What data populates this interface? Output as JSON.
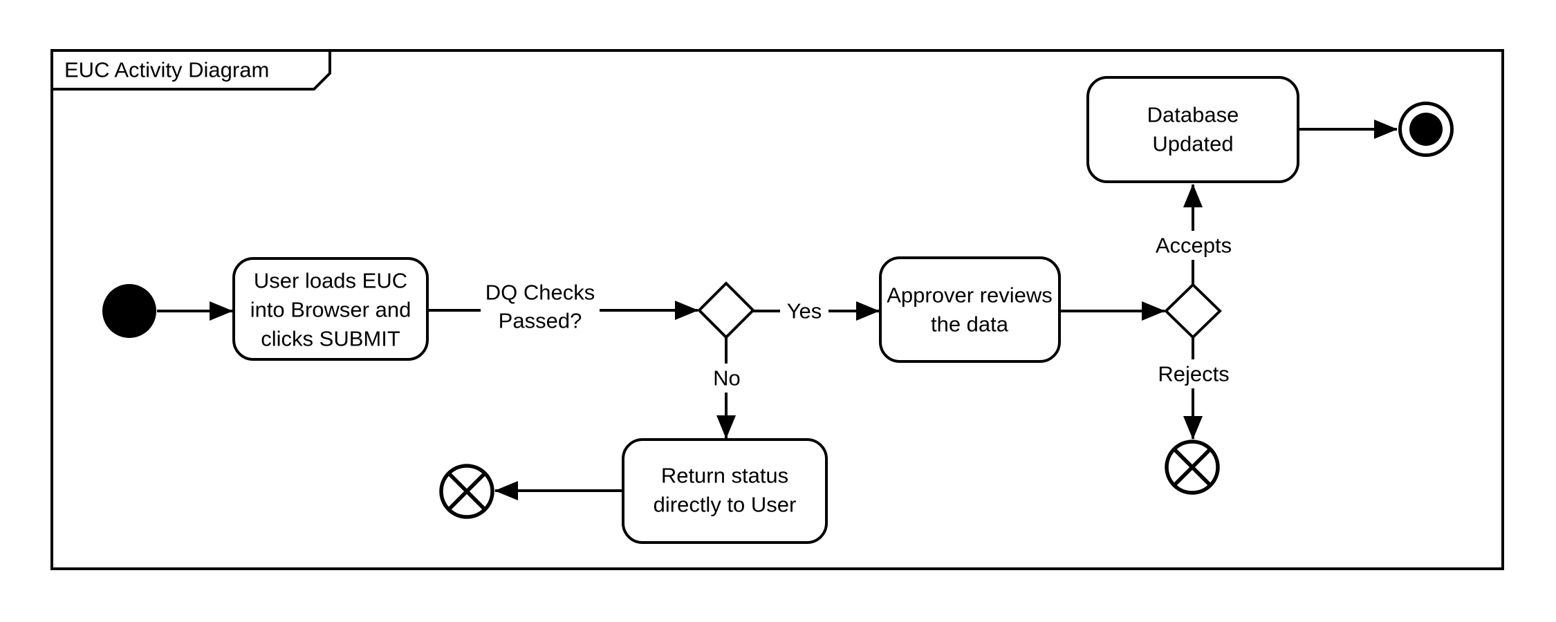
{
  "frame": {
    "title": "EUC Activity Diagram"
  },
  "colors": {
    "stroke": "#000000",
    "background": "#ffffff"
  },
  "nodes": {
    "user_loads": {
      "lines": [
        "User loads EUC",
        "into Browser and",
        "clicks SUBMIT"
      ]
    },
    "approver": {
      "lines": [
        "Approver reviews",
        "the data"
      ]
    },
    "database": {
      "lines": [
        "Database",
        "Updated"
      ]
    },
    "return_status": {
      "lines": [
        "Return status",
        "directly to User"
      ]
    }
  },
  "edges": {
    "dq": {
      "lines": [
        "DQ Checks",
        "Passed?"
      ]
    },
    "yes": {
      "label": "Yes"
    },
    "no": {
      "label": "No"
    },
    "accepts": {
      "label": "Accepts"
    },
    "rejects": {
      "label": "Rejects"
    }
  }
}
